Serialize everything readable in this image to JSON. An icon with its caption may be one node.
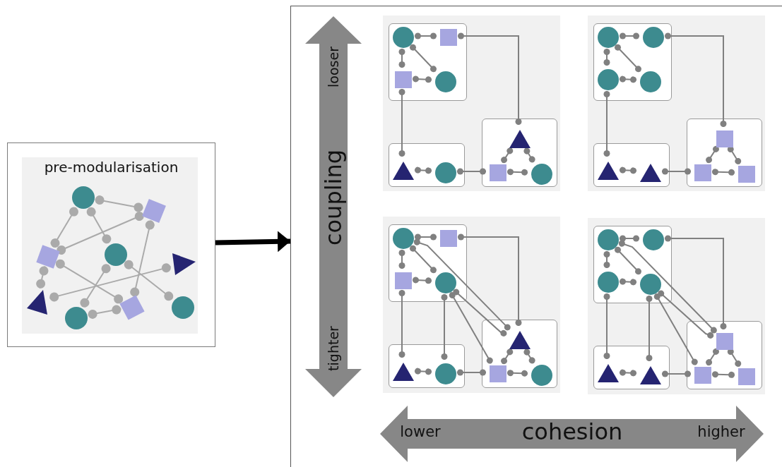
{
  "diagram": {
    "nodes": [
      {
        "text": [
          "pre-modularisation"
        ]
      },
      {
        "text": [],
        "shape": "circle",
        "in": 0
      },
      {
        "text": [],
        "shape": "square",
        "in": 0
      },
      {
        "text": [],
        "shape": "square",
        "in": 0
      },
      {
        "text": [],
        "shape": "circle",
        "in": 0
      },
      {
        "text": [],
        "shape": "triangle",
        "in": 0
      },
      {
        "text": [],
        "shape": "triangle",
        "in": 0
      },
      {
        "text": [],
        "shape": "square",
        "in": 0
      },
      {
        "text": [],
        "shape": "circle",
        "in": 0
      },
      {
        "text": [],
        "shape": "circle",
        "in": 0
      },
      {
        "text": [],
        "shape": "box"
      },
      {
        "text": [],
        "shape": "box",
        "in": 10
      },
      {
        "text": [],
        "shape": "box",
        "in": 11
      },
      {
        "text": [],
        "shape": "circle",
        "in": 12
      },
      {
        "text": [],
        "shape": "square",
        "in": 12
      },
      {
        "text": [],
        "shape": "square",
        "in": 12
      },
      {
        "text": [],
        "shape": "circle",
        "in": 12
      },
      {
        "text": [],
        "shape": "box",
        "in": 11
      },
      {
        "text": [],
        "shape": "triangle",
        "in": 17
      },
      {
        "text": [],
        "shape": "circle",
        "in": 17
      },
      {
        "text": [],
        "shape": "box",
        "in": 11
      },
      {
        "text": [],
        "shape": "triangle",
        "in": 20
      },
      {
        "text": [],
        "shape": "square",
        "in": 20
      },
      {
        "text": [],
        "shape": "circle",
        "in": 20
      },
      {
        "text": [],
        "shape": "box",
        "in": 10
      },
      {
        "text": [],
        "shape": "box",
        "in": 24
      },
      {
        "text": [],
        "shape": "circle",
        "in": 25
      },
      {
        "text": [],
        "shape": "circle",
        "in": 25
      },
      {
        "text": [],
        "shape": "circle",
        "in": 25
      },
      {
        "text": [],
        "shape": "circle",
        "in": 25
      },
      {
        "text": [],
        "shape": "box",
        "in": 24
      },
      {
        "text": [],
        "shape": "triangle",
        "in": 30
      },
      {
        "text": [],
        "shape": "triangle",
        "in": 30
      },
      {
        "text": [],
        "shape": "box",
        "in": 24
      },
      {
        "text": [],
        "shape": "square",
        "in": 33
      },
      {
        "text": [],
        "shape": "square",
        "in": 33
      },
      {
        "text": [],
        "shape": "square",
        "in": 33
      },
      {
        "text": [],
        "shape": "box",
        "in": 10
      },
      {
        "text": [],
        "shape": "box",
        "in": 37
      },
      {
        "text": [],
        "shape": "circle",
        "in": 38
      },
      {
        "text": [],
        "shape": "square",
        "in": 38
      },
      {
        "text": [],
        "shape": "square",
        "in": 38
      },
      {
        "text": [],
        "shape": "circle",
        "in": 38
      },
      {
        "text": [],
        "shape": "box",
        "in": 37
      },
      {
        "text": [],
        "shape": "triangle",
        "in": 43
      },
      {
        "text": [],
        "shape": "circle",
        "in": 43
      },
      {
        "text": [],
        "shape": "box",
        "in": 37
      },
      {
        "text": [],
        "shape": "triangle",
        "in": 46
      },
      {
        "text": [],
        "shape": "square",
        "in": 46
      },
      {
        "text": [],
        "shape": "circle",
        "in": 46
      },
      {
        "text": [],
        "shape": "box",
        "in": 10
      },
      {
        "text": [],
        "shape": "box",
        "in": 50
      },
      {
        "text": [],
        "shape": "circle",
        "in": 51
      },
      {
        "text": [],
        "shape": "circle",
        "in": 51
      },
      {
        "text": [],
        "shape": "circle",
        "in": 51
      },
      {
        "text": [],
        "shape": "circle",
        "in": 51
      },
      {
        "text": [],
        "shape": "box",
        "in": 50
      },
      {
        "text": [],
        "shape": "triangle",
        "in": 56
      },
      {
        "text": [],
        "shape": "triangle",
        "in": 56
      },
      {
        "text": [],
        "shape": "box",
        "in": 50
      },
      {
        "text": [],
        "shape": "square",
        "in": 59
      },
      {
        "text": [],
        "shape": "square",
        "in": 59
      },
      {
        "text": [],
        "shape": "square",
        "in": 59
      }
    ],
    "edges": [
      {
        "from": 1,
        "to": 2,
        "arrow": "other",
        "color": "#aaaaaa"
      },
      {
        "from": 1,
        "to": 3,
        "arrow": "other",
        "color": "#aaaaaa"
      },
      {
        "from": 1,
        "to": 4,
        "arrow": "other",
        "color": "#aaaaaa"
      },
      {
        "from": 2,
        "to": 3,
        "arrow": "other",
        "color": "#aaaaaa"
      },
      {
        "from": 2,
        "to": 7,
        "arrow": "other",
        "color": "#aaaaaa"
      },
      {
        "from": 3,
        "to": 6,
        "arrow": "other",
        "color": "#aaaaaa"
      },
      {
        "from": 3,
        "to": 7,
        "arrow": "other",
        "color": "#aaaaaa"
      },
      {
        "from": 6,
        "to": 5,
        "arrow": "other",
        "color": "#aaaaaa"
      },
      {
        "from": 4,
        "to": 9,
        "arrow": "other",
        "color": "#aaaaaa"
      },
      {
        "from": 4,
        "to": 8,
        "arrow": "other",
        "color": "#aaaaaa"
      },
      {
        "from": 9,
        "to": 7,
        "arrow": "other",
        "color": "#aaaaaa"
      },
      {
        "from": 0,
        "to": 10,
        "arrow": "to",
        "style": "thick",
        "color": "#000000"
      },
      {
        "from": 13,
        "to": 14,
        "arrow": "other"
      },
      {
        "from": 13,
        "to": 15,
        "arrow": "other"
      },
      {
        "from": 13,
        "to": 16,
        "arrow": "other"
      },
      {
        "from": 15,
        "to": 16,
        "arrow": "other"
      },
      {
        "from": 14,
        "to": 21,
        "arrow": "other"
      },
      {
        "from": 15,
        "to": 18,
        "arrow": "other"
      },
      {
        "from": 18,
        "to": 19,
        "arrow": "other"
      },
      {
        "from": 19,
        "to": 22,
        "arrow": "other"
      },
      {
        "from": 21,
        "to": 22,
        "arrow": "other"
      },
      {
        "from": 21,
        "to": 23,
        "arrow": "other"
      },
      {
        "from": 22,
        "to": 23,
        "arrow": "other"
      },
      {
        "from": 26,
        "to": 27,
        "arrow": "other"
      },
      {
        "from": 26,
        "to": 28,
        "arrow": "other"
      },
      {
        "from": 26,
        "to": 29,
        "arrow": "other"
      },
      {
        "from": 28,
        "to": 29,
        "arrow": "other"
      },
      {
        "from": 27,
        "to": 34,
        "arrow": "other"
      },
      {
        "from": 28,
        "to": 31,
        "arrow": "other"
      },
      {
        "from": 31,
        "to": 32,
        "arrow": "other"
      },
      {
        "from": 32,
        "to": 35,
        "arrow": "other"
      },
      {
        "from": 34,
        "to": 35,
        "arrow": "other"
      },
      {
        "from": 34,
        "to": 36,
        "arrow": "other"
      },
      {
        "from": 35,
        "to": 36,
        "arrow": "other"
      },
      {
        "from": 39,
        "to": 40,
        "arrow": "other"
      },
      {
        "from": 39,
        "to": 41,
        "arrow": "other"
      },
      {
        "from": 39,
        "to": 42,
        "arrow": "other"
      },
      {
        "from": 41,
        "to": 42,
        "arrow": "other"
      },
      {
        "from": 40,
        "to": 47,
        "arrow": "other"
      },
      {
        "from": 41,
        "to": 44,
        "arrow": "other"
      },
      {
        "from": 44,
        "to": 45,
        "arrow": "other"
      },
      {
        "from": 45,
        "to": 48,
        "arrow": "other"
      },
      {
        "from": 47,
        "to": 48,
        "arrow": "other"
      },
      {
        "from": 47,
        "to": 49,
        "arrow": "other"
      },
      {
        "from": 48,
        "to": 49,
        "arrow": "other"
      },
      {
        "from": 39,
        "to": 47,
        "arrow": "other"
      },
      {
        "from": 42,
        "to": 47,
        "arrow": "other"
      },
      {
        "from": 42,
        "to": 48,
        "arrow": "other"
      },
      {
        "from": 42,
        "to": 45,
        "arrow": "other"
      },
      {
        "from": 52,
        "to": 53,
        "arrow": "other"
      },
      {
        "from": 52,
        "to": 54,
        "arrow": "other"
      },
      {
        "from": 52,
        "to": 55,
        "arrow": "other"
      },
      {
        "from": 54,
        "to": 55,
        "arrow": "other"
      },
      {
        "from": 53,
        "to": 60,
        "arrow": "other"
      },
      {
        "from": 54,
        "to": 57,
        "arrow": "other"
      },
      {
        "from": 57,
        "to": 58,
        "arrow": "other"
      },
      {
        "from": 58,
        "to": 61,
        "arrow": "other"
      },
      {
        "from": 60,
        "to": 61,
        "arrow": "other"
      },
      {
        "from": 60,
        "to": 62,
        "arrow": "other"
      },
      {
        "from": 61,
        "to": 62,
        "arrow": "other"
      },
      {
        "from": 52,
        "to": 60,
        "arrow": "other"
      },
      {
        "from": 55,
        "to": 60,
        "arrow": "other"
      },
      {
        "from": 55,
        "to": 61,
        "arrow": "other"
      },
      {
        "from": 55,
        "to": 58,
        "arrow": "other"
      }
    ],
    "labels": [
      "looser",
      "coupling",
      "tighter",
      "lower",
      "cohesion",
      "higher"
    ]
  }
}
